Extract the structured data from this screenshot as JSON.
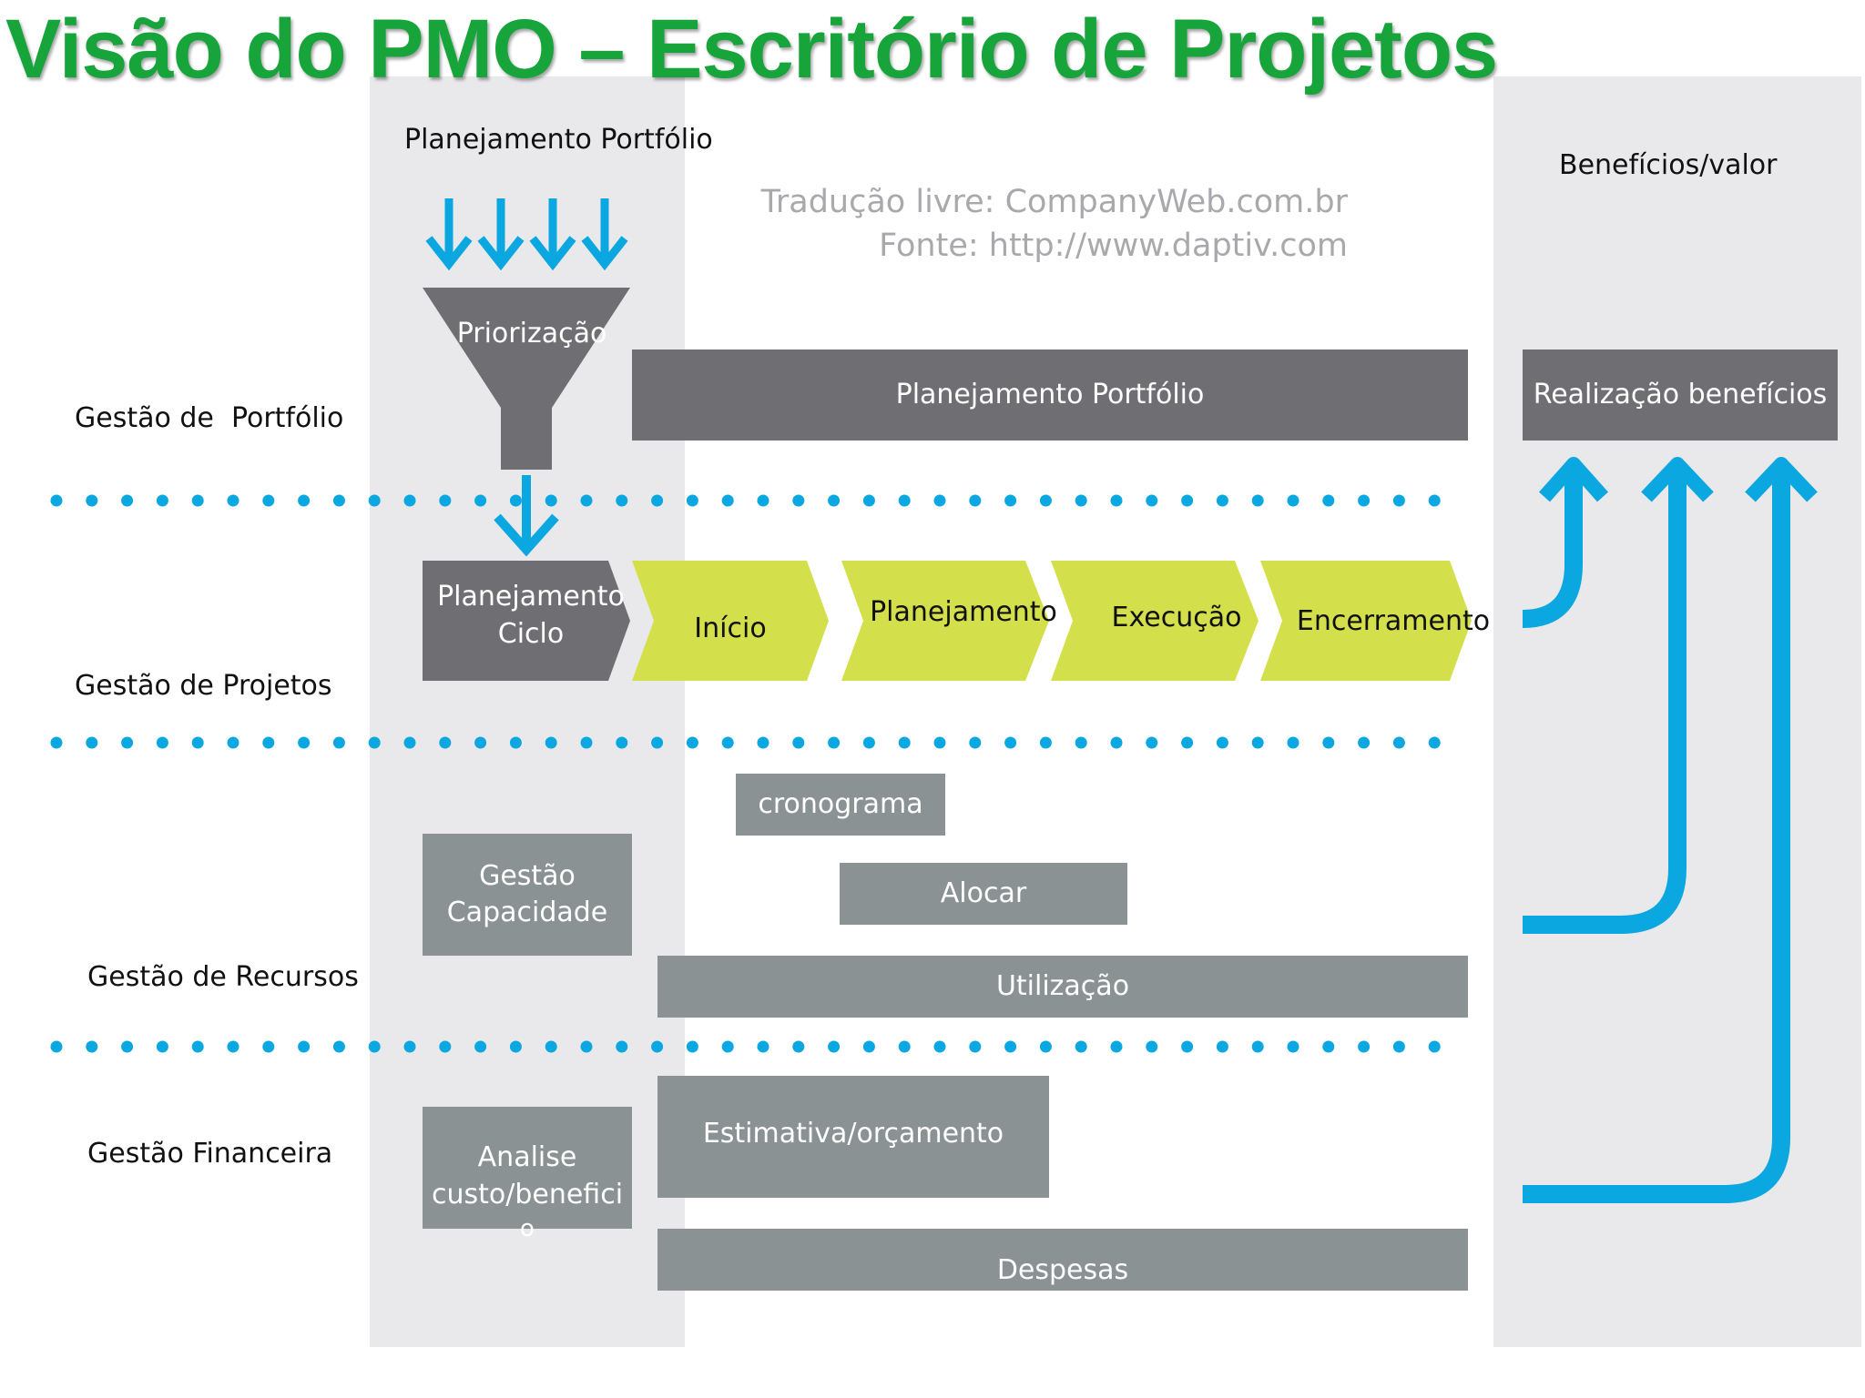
{
  "title": "Visão do PMO – Escritório de Projetos",
  "credits": {
    "translation": "Tradução livre: CompanyWeb.com.br",
    "source": "Fonte: http://www.daptiv.com"
  },
  "headers": {
    "portfolio_planning": "Planejamento Portfólio",
    "benefits": "Benefícios/valor"
  },
  "rows": {
    "portfolio": "Gestão de  Portfólio",
    "projects": "Gestão de Projetos",
    "resources": "Gestão de Recursos",
    "financial": "Gestão Financeira"
  },
  "funnel_label": "Priorização",
  "portfolio_bar": "Planejamento Portfólio",
  "benefits_box": "Realização benefícios",
  "cycle_box": [
    "Planejamento",
    "Ciclo"
  ],
  "phases": [
    "Início",
    "Planejamento",
    "Execução",
    "Encerramento"
  ],
  "resources": {
    "capacity": [
      "Gestão",
      "Capacidade"
    ],
    "schedule": "cronograma",
    "allocate": "Alocar",
    "utilization": "Utilização"
  },
  "financial": {
    "analysis": [
      "Analise",
      "custo/benefici",
      "o"
    ],
    "estimate": "Estimativa/orçamento",
    "expenses": "Despesas"
  },
  "colors": {
    "title_green": "#17a43b",
    "column_bg": "#e9e9ec",
    "dark_box": "#6f6e73",
    "mid_box": "#8a9294",
    "chevron_green": "#d3e04c",
    "accent_blue": "#0aa7e0"
  }
}
